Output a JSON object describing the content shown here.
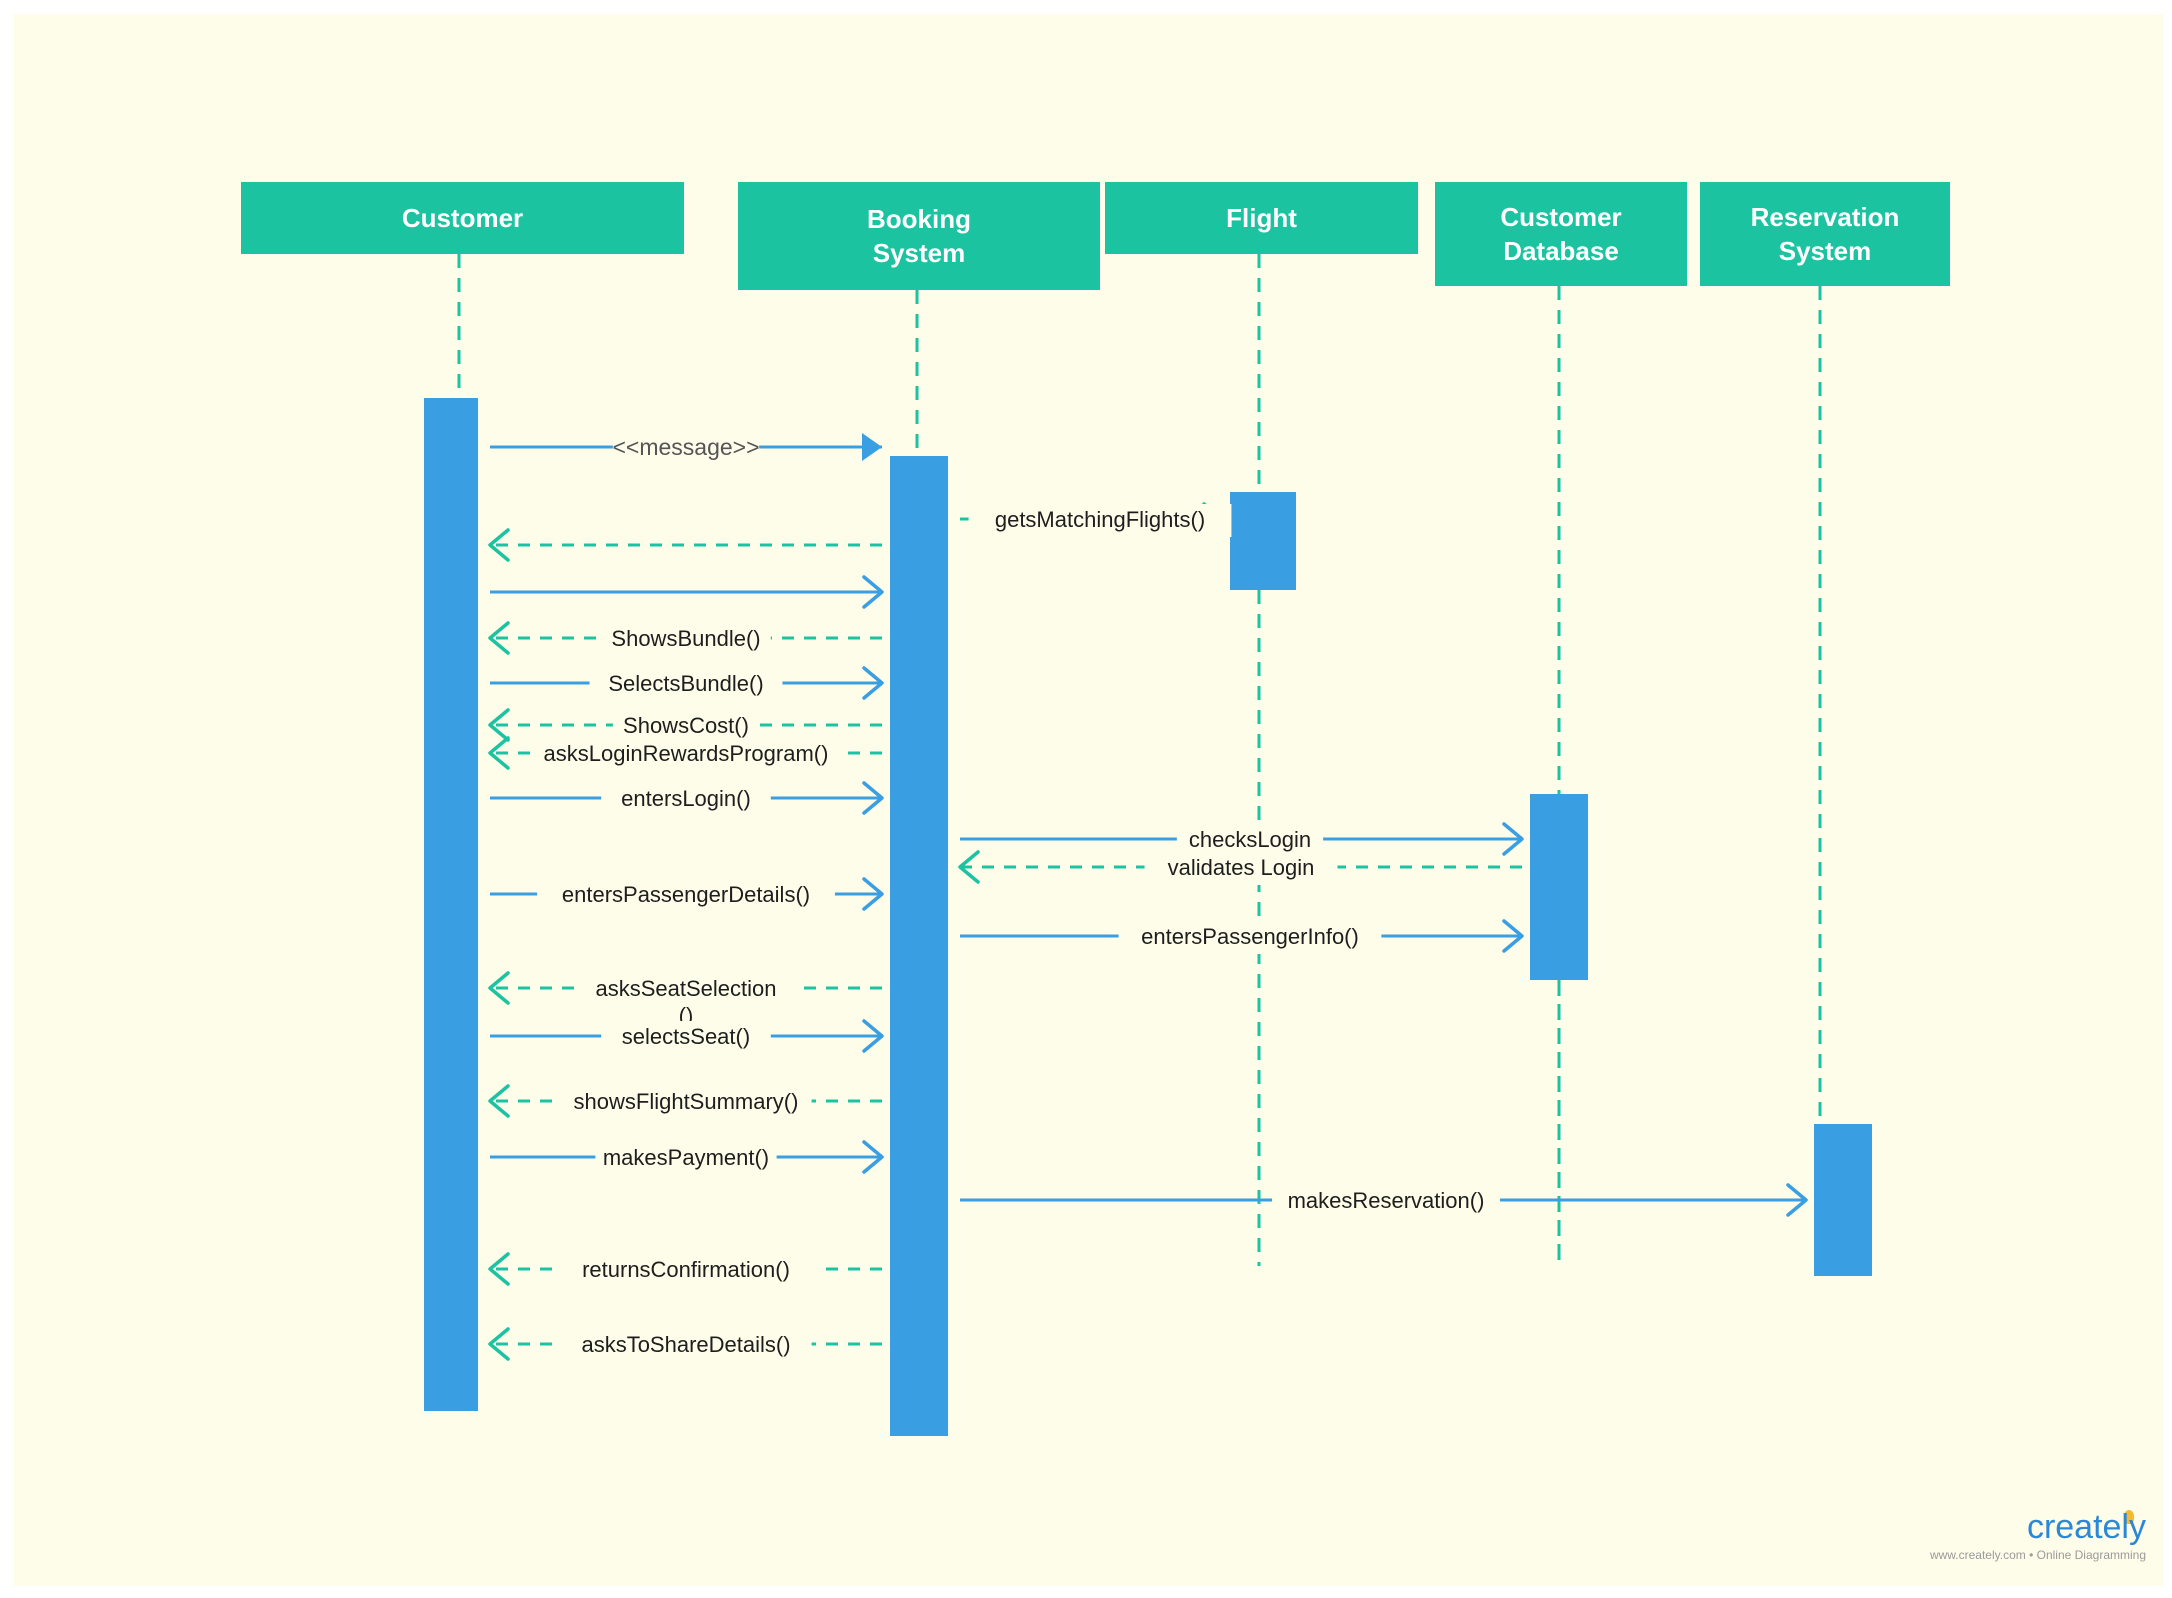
{
  "actors": [
    {
      "id": "customer",
      "lines": [
        "Customer"
      ]
    },
    {
      "id": "booking",
      "lines": [
        "Booking",
        "System"
      ]
    },
    {
      "id": "flight",
      "lines": [
        "Flight"
      ]
    },
    {
      "id": "custdb",
      "lines": [
        "Customer",
        "Database"
      ]
    },
    {
      "id": "reservation",
      "lines": [
        "Reservation",
        "System"
      ]
    }
  ],
  "messages": [
    {
      "from": "customer",
      "to": "booking",
      "label": "<<message>>",
      "style": "solid",
      "head": "filled",
      "stereotype": true
    },
    {
      "from": "booking",
      "to": "flight",
      "label": "getsMatchingFlights()",
      "style": "dashed",
      "head": "open"
    },
    {
      "from": "booking",
      "to": "customer",
      "label": "",
      "style": "dashed",
      "head": "open"
    },
    {
      "from": "customer",
      "to": "booking",
      "label": "",
      "style": "solid",
      "head": "open"
    },
    {
      "from": "booking",
      "to": "customer",
      "label": "ShowsBundle()",
      "style": "dashed",
      "head": "open"
    },
    {
      "from": "customer",
      "to": "booking",
      "label": "SelectsBundle()",
      "style": "solid",
      "head": "open"
    },
    {
      "from": "booking",
      "to": "customer",
      "label": "ShowsCost()",
      "style": "dashed",
      "head": "open"
    },
    {
      "from": "booking",
      "to": "customer",
      "label": "asksLoginRewardsProgram()",
      "style": "dashed",
      "head": "open"
    },
    {
      "from": "customer",
      "to": "booking",
      "label": "entersLogin()",
      "style": "solid",
      "head": "open"
    },
    {
      "from": "booking",
      "to": "custdb",
      "label": "checksLogin",
      "style": "solid",
      "head": "open"
    },
    {
      "from": "custdb",
      "to": "booking",
      "label": "validates Login",
      "style": "dashed",
      "head": "open"
    },
    {
      "from": "customer",
      "to": "booking",
      "label": "entersPassengerDetails()",
      "style": "solid",
      "head": "open"
    },
    {
      "from": "booking",
      "to": "custdb",
      "label": "entersPassengerInfo()",
      "style": "solid",
      "head": "open"
    },
    {
      "from": "booking",
      "to": "customer",
      "label": "asksSeatSelection\n()",
      "style": "dashed",
      "head": "open"
    },
    {
      "from": "customer",
      "to": "booking",
      "label": "selectsSeat()",
      "style": "solid",
      "head": "open"
    },
    {
      "from": "booking",
      "to": "customer",
      "label": "showsFlightSummary()",
      "style": "dashed",
      "head": "open"
    },
    {
      "from": "customer",
      "to": "booking",
      "label": "makesPayment()",
      "style": "solid",
      "head": "open"
    },
    {
      "from": "booking",
      "to": "reservation",
      "label": "makesReservation()",
      "style": "solid",
      "head": "open"
    },
    {
      "from": "booking",
      "to": "customer",
      "label": "returnsConfirmation()",
      "style": "dashed",
      "head": "open"
    },
    {
      "from": "booking",
      "to": "customer",
      "label": "asksToShareDetails()",
      "style": "dashed",
      "head": "open"
    }
  ],
  "colors": {
    "background": "#fdfdea",
    "header": "#1cc3a1",
    "activation": "#3a9ee2",
    "dashed": "#1cc3a1",
    "solid": "#3a9ee2"
  },
  "brand": {
    "logo": "creately",
    "tagline": "www.creately.com • Online Diagramming"
  }
}
